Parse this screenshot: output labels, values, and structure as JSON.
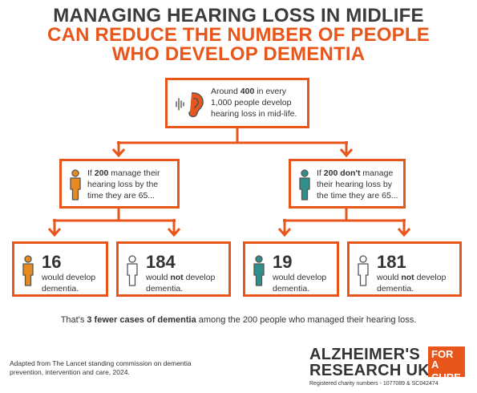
{
  "title": {
    "line1": "MANAGING HEARING LOSS IN MIDLIFE",
    "line2": "CAN REDUCE THE NUMBER OF PEOPLE",
    "line3": "WHO DEVELOP DEMENTIA"
  },
  "top_box": {
    "pre": "Around ",
    "number": "400",
    "post": " in every",
    "line2": "1,000 people develop",
    "line3": "hearing loss in mid-life."
  },
  "left_branch": {
    "pre": "If ",
    "number": "200",
    "post": " manage their",
    "line2": "hearing loss by the",
    "line3": "time they are 65..."
  },
  "right_branch": {
    "pre": "If ",
    "number": "200 don't",
    "post": " manage",
    "line2": "their hearing loss by",
    "line3": "the time they are 65..."
  },
  "outcomes": [
    {
      "number": "16",
      "line1": "would develop",
      "emph": "",
      "line2": "dementia."
    },
    {
      "number": "184",
      "line1": "would ",
      "emph": "not",
      "line1b": " develop",
      "line2": "dementia."
    },
    {
      "number": "19",
      "line1": "would develop",
      "emph": "",
      "line2": "dementia."
    },
    {
      "number": "181",
      "line1": "would ",
      "emph": "not",
      "line1b": " develop",
      "line2": "dementia."
    }
  ],
  "summary": {
    "pre": "That's ",
    "bold": "3 fewer cases of dementia",
    "post": " among the 200 people who managed their hearing loss."
  },
  "source": {
    "line1": "Adapted from The Lancet standing commission on dementia",
    "line2": "prevention, intervention and care, 2024."
  },
  "logo": {
    "line1": "ALZHEIMER'S",
    "line2": "RESEARCH UK",
    "badge1": "FOR A",
    "badge2": "CURE",
    "charity": "Registered charity numbers - 1077089 & SC042474"
  },
  "colors": {
    "accent": "#e9561b",
    "dark": "#3b3b3b",
    "person_orange": "#e88a1f",
    "person_teal": "#2f8f8a",
    "person_white": "#ffffff"
  },
  "icons": [
    "ear-icon",
    "sound-wave-icon",
    "person-icon"
  ]
}
